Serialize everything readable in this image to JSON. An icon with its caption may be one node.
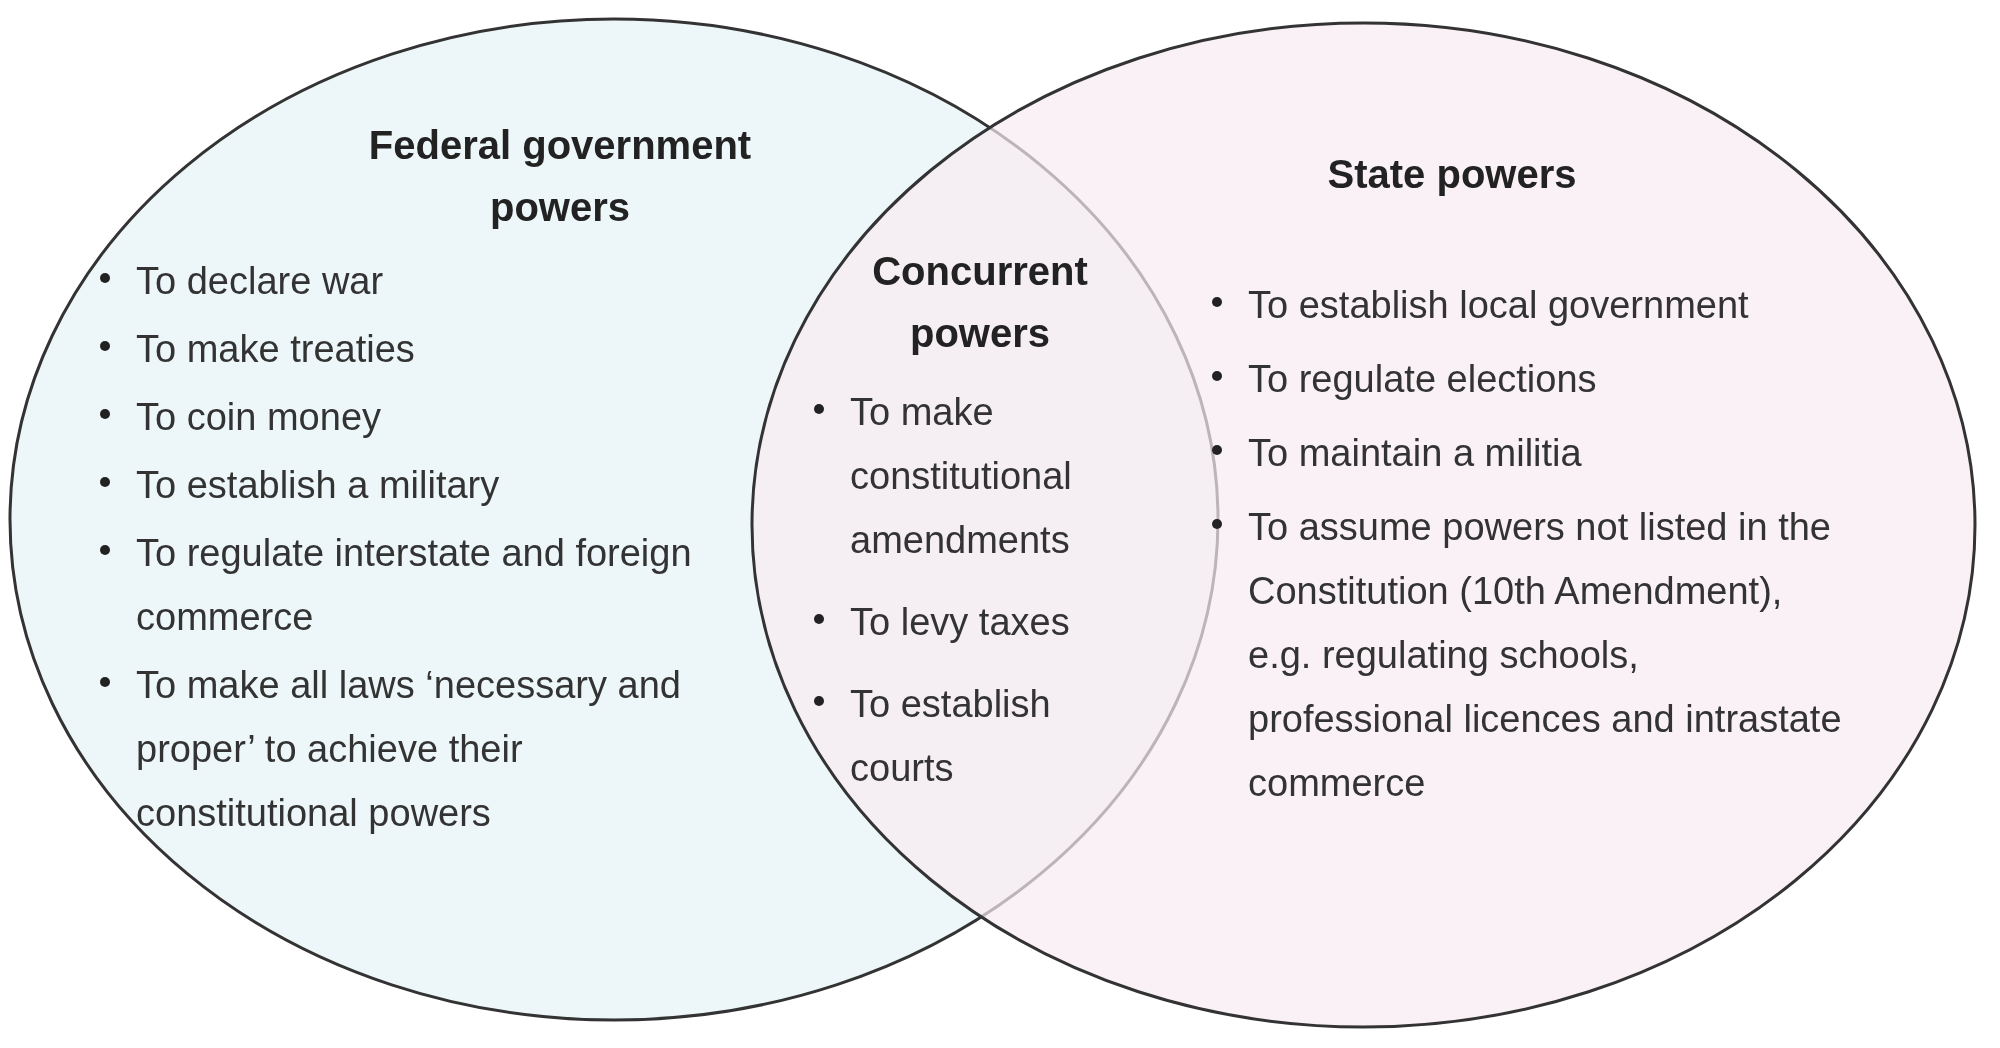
{
  "diagram": {
    "nodes": [
      {
        "text": [
          "Federal government powers",
          "To declare war",
          "To make treaties",
          "To coin money",
          "To establish a military",
          "To regulate interstate and foreign commerce",
          "To make all laws ‘necessary and proper’ to achieve their constitutional powers"
        ]
      },
      {
        "text": [
          "State powers",
          "To establish local government",
          "To regulate elections",
          "To maintain a militia",
          "To assume powers not listed in the Constitution (10th Amendment), e.g. regulating schools, professional licences and intrastate commerce"
        ]
      },
      {
        "text": [
          "Concurrent powers",
          "To make constitutional amendments",
          "To levy taxes",
          "To establish courts"
        ]
      }
    ]
  }
}
